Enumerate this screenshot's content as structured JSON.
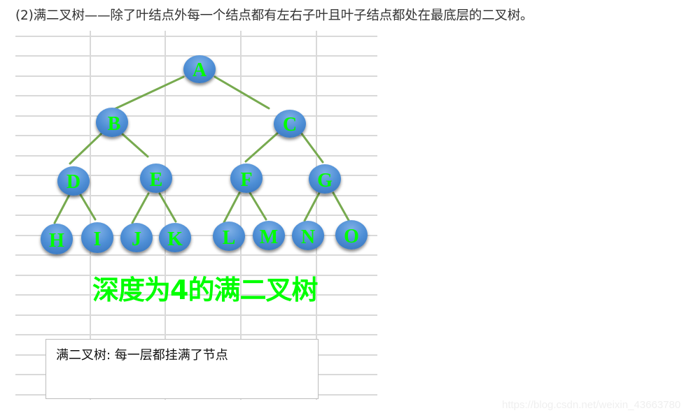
{
  "heading": {
    "text": "(2)满二叉树——除了叶结点外每一个结点都有左右子叶且叶子结点都处在最底层的二叉树。"
  },
  "figure": {
    "caption": "深度为4的满二叉树",
    "note": "满二叉树: 每一层都挂满了节点",
    "colors": {
      "node_fill": "#4f8fd6",
      "node_label": "#00ff00",
      "edge": "#77aa4f",
      "grid": "#d9d9d9",
      "caption": "#00ff00"
    },
    "tree": {
      "depth": 4,
      "levels": [
        [
          "A"
        ],
        [
          "B",
          "C"
        ],
        [
          "D",
          "E",
          "F",
          "G"
        ],
        [
          "H",
          "I",
          "J",
          "K",
          "L",
          "M",
          "N",
          "O"
        ]
      ],
      "nodes": {
        "A": "A",
        "B": "B",
        "C": "C",
        "D": "D",
        "E": "E",
        "F": "F",
        "G": "G",
        "H": "H",
        "I": "I",
        "J": "J",
        "K": "K",
        "L": "L",
        "M": "M",
        "N": "N",
        "O": "O"
      },
      "edges": [
        [
          "A",
          "B"
        ],
        [
          "A",
          "C"
        ],
        [
          "B",
          "D"
        ],
        [
          "B",
          "E"
        ],
        [
          "C",
          "F"
        ],
        [
          "C",
          "G"
        ],
        [
          "D",
          "H"
        ],
        [
          "D",
          "I"
        ],
        [
          "E",
          "J"
        ],
        [
          "E",
          "K"
        ],
        [
          "F",
          "L"
        ],
        [
          "F",
          "M"
        ],
        [
          "G",
          "N"
        ],
        [
          "G",
          "O"
        ]
      ]
    }
  },
  "watermark": "https://blog.csdn.net/weixin_43663780"
}
